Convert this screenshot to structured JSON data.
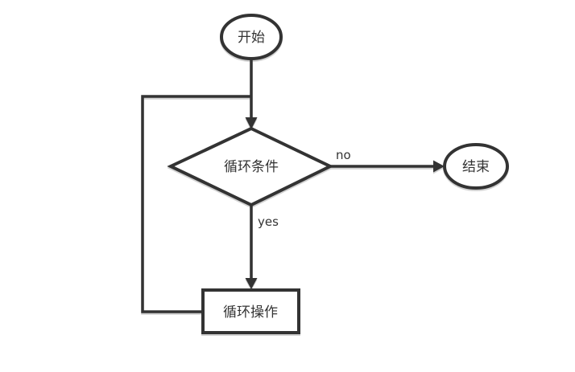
{
  "diagram": {
    "type": "flowchart",
    "nodes": {
      "start": {
        "label": "开始",
        "shape": "ellipse"
      },
      "condition": {
        "label": "循环条件",
        "shape": "diamond"
      },
      "end": {
        "label": "结束",
        "shape": "ellipse"
      },
      "operation": {
        "label": "循环操作",
        "shape": "rectangle"
      }
    },
    "edge_labels": {
      "no": "no",
      "yes": "yes"
    },
    "edges": [
      {
        "from": "start",
        "to": "condition",
        "label": ""
      },
      {
        "from": "condition",
        "to": "end",
        "label": "no"
      },
      {
        "from": "condition",
        "to": "operation",
        "label": "yes"
      },
      {
        "from": "operation",
        "to": "condition",
        "label": ""
      }
    ],
    "colors": {
      "stroke": "#333333",
      "text": "#333333",
      "node_fill": "#ffffff",
      "background": "#ffffff"
    }
  }
}
